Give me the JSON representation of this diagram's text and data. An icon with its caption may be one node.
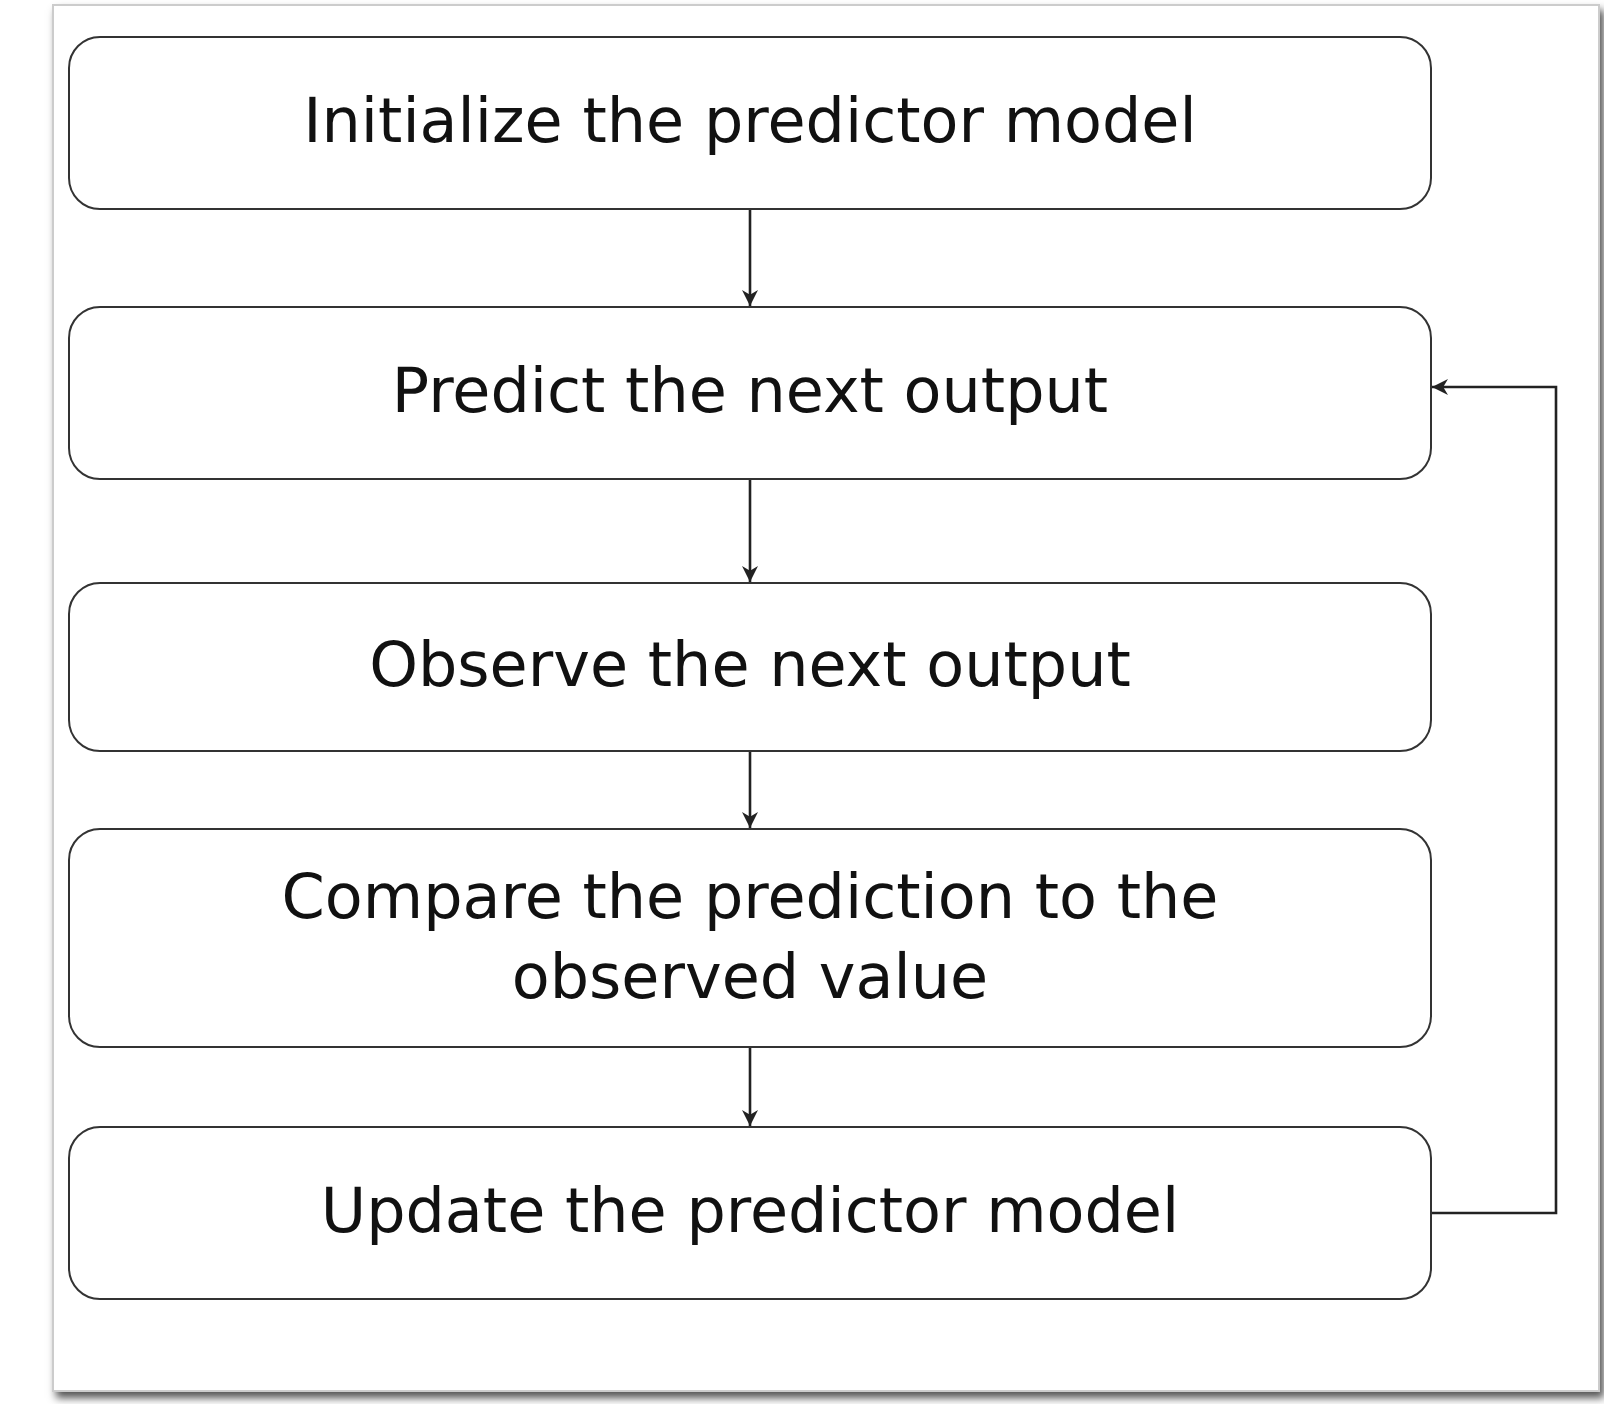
{
  "diagram": {
    "nodes": [
      {
        "text": [
          "Initialize the predictor model"
        ]
      },
      {
        "text": [
          "Predict the next output"
        ]
      },
      {
        "text": [
          "Observe the next output"
        ]
      },
      {
        "text": [
          "Compare the prediction to the observed value"
        ]
      },
      {
        "text": [
          "Update the predictor model"
        ]
      }
    ],
    "edges": [
      {
        "from": 0,
        "to": 1,
        "arrow": "to"
      },
      {
        "from": 1,
        "to": 2,
        "arrow": "to"
      },
      {
        "from": 2,
        "to": 3,
        "arrow": "to"
      },
      {
        "from": 3,
        "to": 4,
        "arrow": "to"
      },
      {
        "from": 4,
        "to": 1,
        "arrow": "to"
      }
    ]
  }
}
